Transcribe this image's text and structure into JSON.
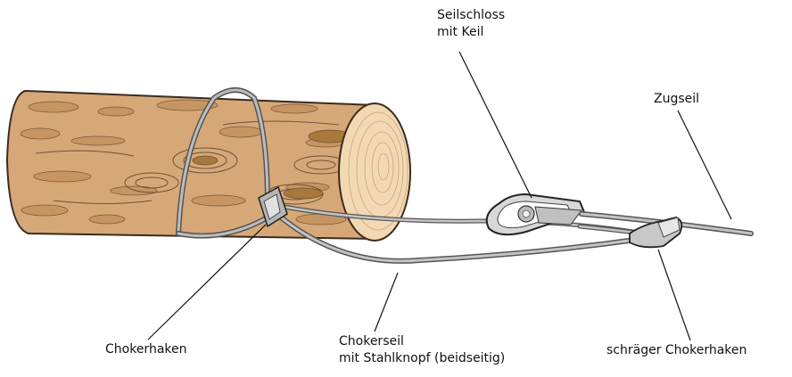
{
  "labels": {
    "seilschloss_line1": "Seilschloss",
    "seilschloss_line2": "mit Keil",
    "zugseil": "Zugseil",
    "chokerhaken": "Chokerhaken",
    "chokerseil_line1": "Chokerseil",
    "chokerseil_line2": "mit Stahlknopf (beidseitig)",
    "schraeger_chokerhaken": "schräger Chokerhaken"
  },
  "colors": {
    "wood_bark": "#d6a878",
    "wood_end": "#f2d9b4",
    "wood_knot": "#a8783c",
    "wood_grain": "#6e5238",
    "cable": "#8c8c8c",
    "outline": "#333333"
  }
}
